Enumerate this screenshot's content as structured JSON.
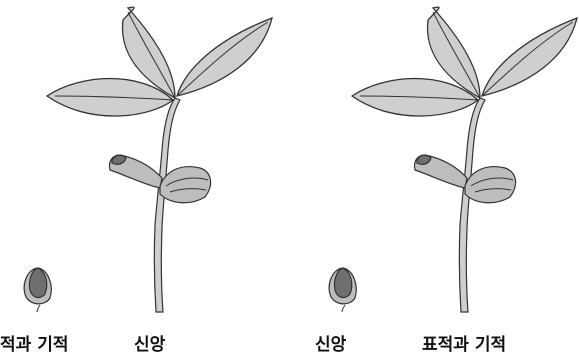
{
  "labels": {
    "left_a": "적과 기적",
    "left_b": "신앙",
    "right_a": "신앙",
    "right_b": "표적과 기적"
  },
  "colors": {
    "leaf_fill": "#cfcfcf",
    "seed_fill": "#6f6f6f",
    "outline": "#333333"
  }
}
